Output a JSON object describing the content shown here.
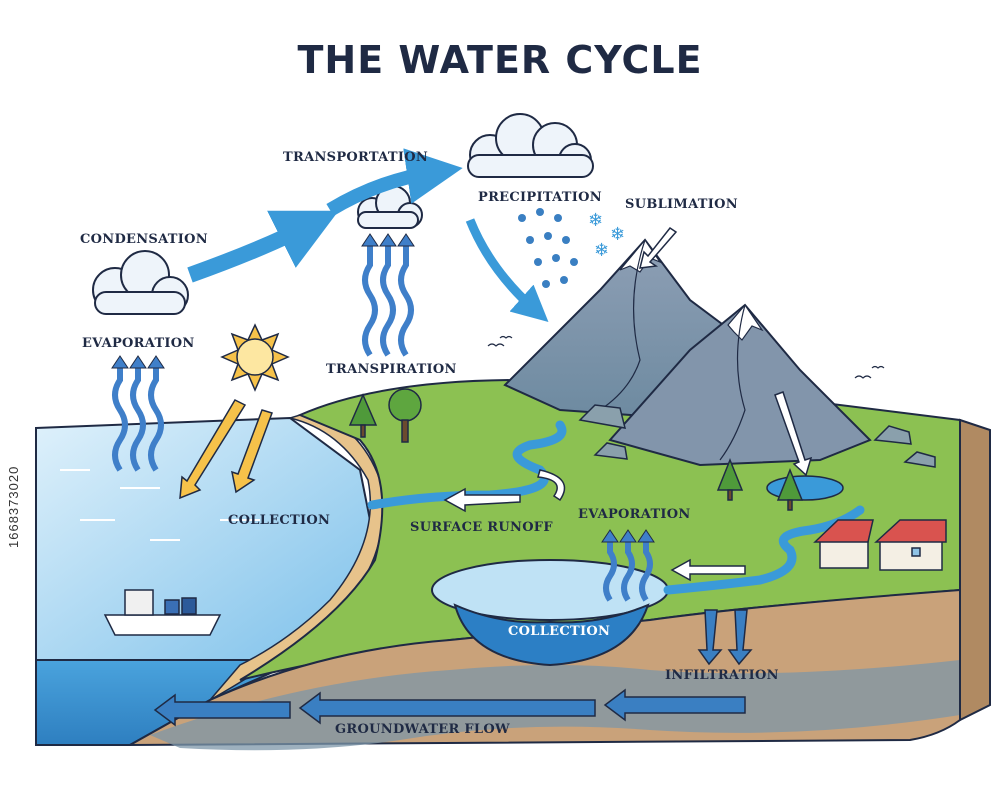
{
  "title": "THE WATER CYCLE",
  "labels": {
    "condensation": "CONDENSATION",
    "transportation": "TRANSPORTATION",
    "precipitation": "PRECIPITATION",
    "sublimation": "SUBLIMATION",
    "evaporation_left": "EVAPORATION",
    "transpiration": "TRANSPIRATION",
    "collection_sea": "COLLECTION",
    "surface_runoff": "SURFACE RUNOFF",
    "evaporation_lake": "EVAPORATION",
    "collection_lake": "COLLECTION",
    "infiltration": "INFILTRATION",
    "groundwater_flow": "GROUNDWATER FLOW"
  },
  "stock_id": "1668373020",
  "colors": {
    "outline": "#1f2a44",
    "sea": "#6fb8e3",
    "sea_dark": "#3f8fc9",
    "grass": "#8cc152",
    "grass_dark": "#5e9e3a",
    "soil": "#c9a27a",
    "soil_dark": "#a67c55",
    "arrow_blue": "#3a9ad9",
    "sun": "#f6c24a",
    "mountain": "#7d8fa6",
    "snow": "#ffffff"
  }
}
